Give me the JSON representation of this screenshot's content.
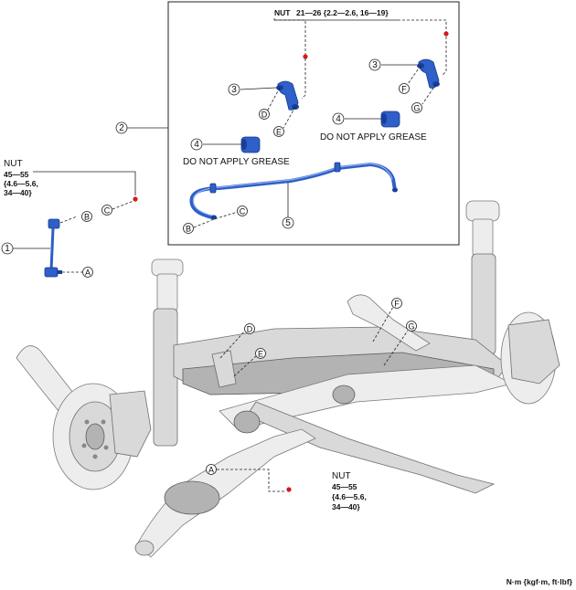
{
  "inset": {
    "nut_label": "NUT",
    "nut_torque": "21—26 {2.2—2.6, 16—19}",
    "no_grease_left": "DO NOT APPLY GREASE",
    "no_grease_right": "DO NOT APPLY GREASE"
  },
  "link_torque": {
    "nut_label": "NUT",
    "line1": "45—55",
    "line2": "{4.6—5.6,",
    "line3": "34—40}"
  },
  "bottom_torque": {
    "nut_label": "NUT",
    "line1": "45—55",
    "line2": "{4.6—5.6,",
    "line3": "34—40}"
  },
  "callouts": {
    "one": "1",
    "two": "2",
    "three": "3",
    "four": "4",
    "five": "5",
    "A": "A",
    "B": "B",
    "C": "C",
    "D": "D",
    "E": "E",
    "F": "F",
    "G": "G"
  },
  "units": "N·m {kgf·m, ft·lbf}",
  "colors": {
    "part_blue": "#2f5fc8",
    "nut_red": "#d21b1b",
    "frame_gray": "#d9d9d9"
  }
}
